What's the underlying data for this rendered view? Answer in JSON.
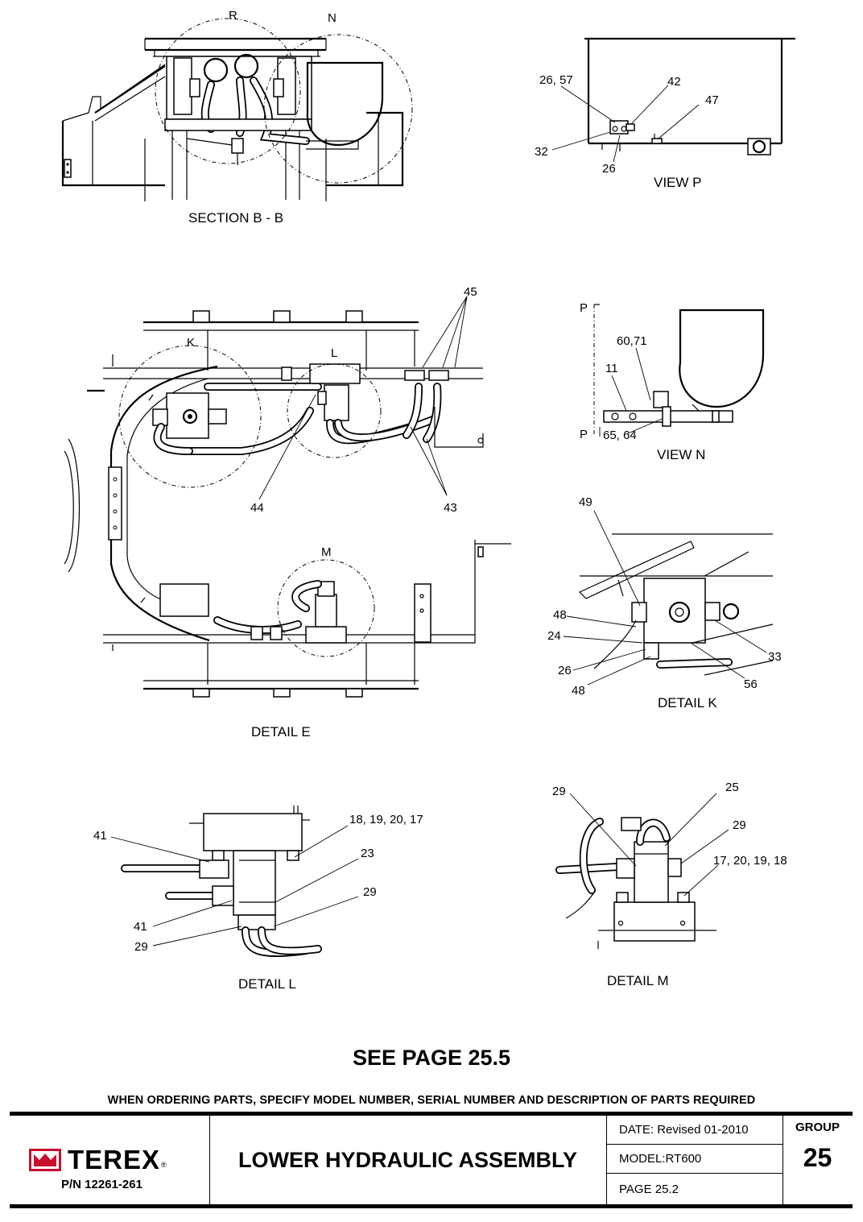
{
  "views": {
    "section_bb": {
      "caption": "SECTION B - B",
      "circle_labels": [
        "R",
        "N"
      ]
    },
    "view_p": {
      "caption": "VIEW P",
      "callouts": [
        "26, 57",
        "42",
        "47",
        "32",
        "26"
      ]
    },
    "detail_e": {
      "caption": "DETAIL E",
      "circle_labels": [
        "K",
        "L",
        "M"
      ],
      "callouts": [
        "45",
        "44",
        "43"
      ]
    },
    "view_n": {
      "caption": "VIEW N",
      "section_marks": [
        "P",
        "P"
      ],
      "callouts": [
        "60,71",
        "11",
        "65, 64"
      ]
    },
    "detail_k": {
      "caption": "DETAIL K",
      "callouts": [
        "49",
        "48",
        "24",
        "26",
        "48",
        "33",
        "56"
      ]
    },
    "detail_l": {
      "caption": "DETAIL L",
      "callouts": [
        "41",
        "18, 19, 20, 17",
        "23",
        "29",
        "41",
        "29"
      ]
    },
    "detail_m": {
      "caption": "DETAIL M",
      "callouts": [
        "29",
        "25",
        "29",
        "17, 20, 19, 18"
      ]
    }
  },
  "see_page": "SEE PAGE 25.5",
  "ordering_notice": "WHEN ORDERING PARTS, SPECIFY MODEL NUMBER, SERIAL NUMBER AND DESCRIPTION OF PARTS REQUIRED",
  "title_block": {
    "brand": "TEREX",
    "brand_mark": "®",
    "part_number": "P/N 12261-261",
    "title": "LOWER HYDRAULIC ASSEMBLY",
    "date": "DATE:   Revised 01-2010",
    "model": "MODEL:RT600",
    "page": "PAGE   25.2",
    "group_label": "GROUP",
    "group_number": "25"
  },
  "colors": {
    "logo_red": "#c8102e",
    "ink": "#000000"
  }
}
